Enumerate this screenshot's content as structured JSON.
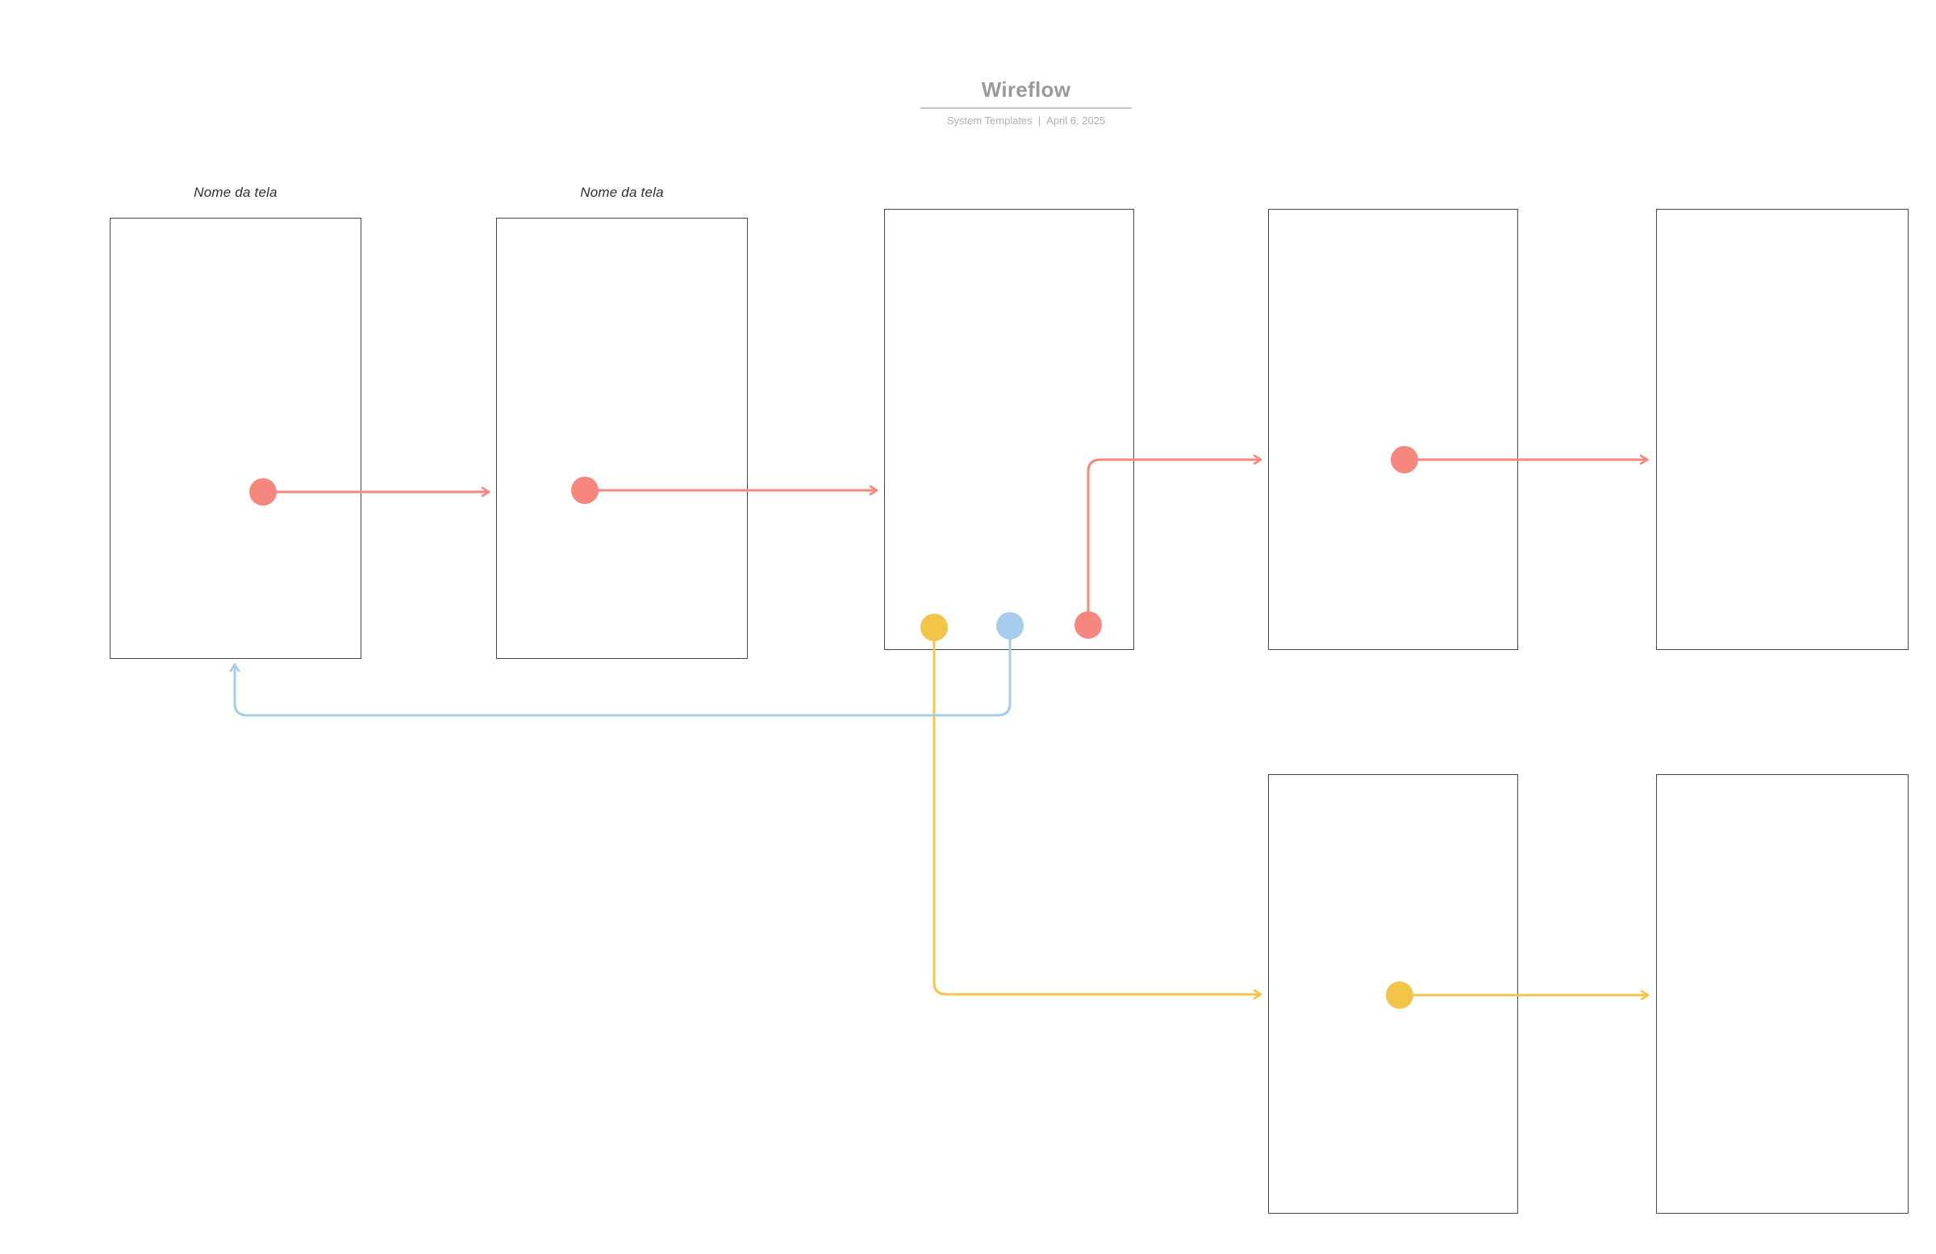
{
  "header": {
    "title": "Wireflow",
    "subtitle_left": "System Templates",
    "subtitle_separator": "|",
    "subtitle_right": "April 6, 2025"
  },
  "colors": {
    "salmon": "#F5877F",
    "yellow": "#F2C54A",
    "blue": "#A5CDEB",
    "frame_border": "#454545",
    "title": "#9A9A9A",
    "subtitle": "#AFAFAF",
    "label": "#2E2E2E",
    "rule": "#C6C6C6",
    "bg": "#FFFFFF"
  },
  "frames": [
    {
      "id": "screen-1",
      "label": "Nome da tela"
    },
    {
      "id": "screen-2",
      "label": "Nome da tela"
    },
    {
      "id": "screen-3",
      "label": ""
    },
    {
      "id": "screen-4",
      "label": ""
    },
    {
      "id": "screen-5",
      "label": ""
    },
    {
      "id": "screen-6",
      "label": ""
    },
    {
      "id": "screen-7",
      "label": ""
    }
  ],
  "connectors": [
    {
      "from": "screen-1",
      "to": "screen-2",
      "color": "salmon"
    },
    {
      "from": "screen-2",
      "to": "screen-3",
      "color": "salmon"
    },
    {
      "from": "screen-3",
      "to": "screen-4",
      "color": "salmon"
    },
    {
      "from": "screen-4",
      "to": "screen-5",
      "color": "salmon"
    },
    {
      "from": "screen-3",
      "to": "screen-6",
      "color": "yellow"
    },
    {
      "from": "screen-6",
      "to": "screen-7",
      "color": "yellow"
    },
    {
      "from": "screen-3",
      "to": "screen-1",
      "color": "blue"
    }
  ]
}
